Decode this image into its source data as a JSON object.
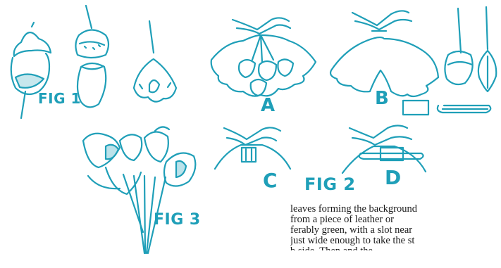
{
  "figure_labels": {
    "fig1": "FIG 1",
    "fig2": "FIG 2",
    "fig3": "FIG 3",
    "a": "A",
    "b": "B",
    "c": "C",
    "d": "D"
  },
  "body_text": {
    "lines": [
      "leaves forming the background",
      "from a piece of leather or",
      "ferably green, with a slot near",
      "just wide enough to take the st",
      "b side. Then and the"
    ]
  },
  "colors": {
    "ink": "#1f9fb8",
    "text": "#1a1a1a"
  }
}
